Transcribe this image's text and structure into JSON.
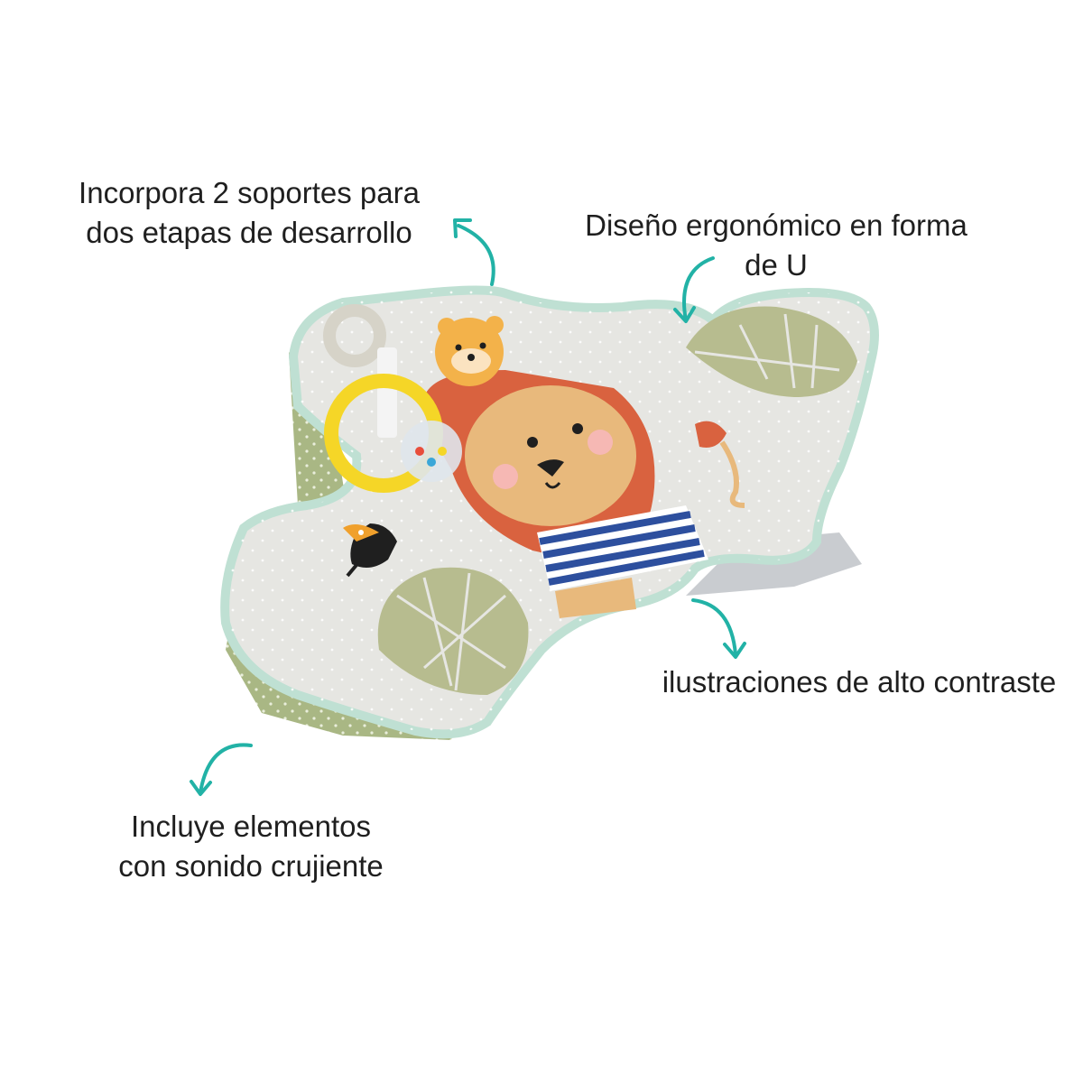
{
  "callouts": {
    "soportes": [
      "Incorpora 2 soportes para",
      "dos etapas de desarrollo"
    ],
    "diseno": [
      "Diseño ergonómico en forma",
      "de U"
    ],
    "ilustraciones": [
      "ilustraciones de alto contraste"
    ],
    "sonido": [
      "Incluye elementos",
      "con sonido crujiente"
    ]
  },
  "colors": {
    "arrow": "#22b2a6",
    "cushion_top": "#e6e6e2",
    "cushion_side": "#a8b784",
    "piping": "#bfe0d3",
    "lion_mane": "#d9623f",
    "lion_face": "#e8b97c",
    "leaf": "#b7bc8f",
    "stripes": "#2d4f9e"
  },
  "icons": [
    "arrow-icon",
    "rattle-ring-icon",
    "toucan-icon",
    "lion-icon",
    "leaf-icon"
  ]
}
